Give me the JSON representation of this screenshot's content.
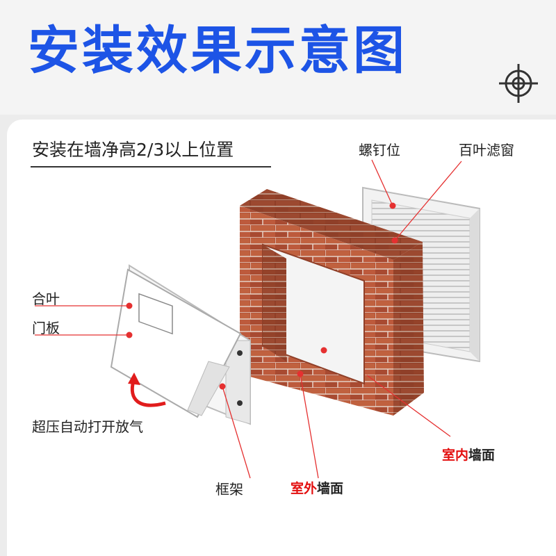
{
  "header": {
    "title": "安装效果示意图",
    "accent_color": "#1d54e6",
    "icon": "crosshair-target-icon"
  },
  "subtitle": "安装在墙净高2/3以上位置",
  "labels": {
    "screw_position": "螺钉位",
    "louver_filter": "百叶滤窗",
    "closing_leaf": "合叶",
    "door_panel": "门板",
    "auto_open": "超压自动打开放气",
    "frame": "框架",
    "outdoor_wall_red": "室外",
    "outdoor_wall_rest": "墙面",
    "indoor_wall_red": "室内",
    "indoor_wall_rest": "墙面"
  },
  "colors": {
    "leader_line": "#e53030",
    "marker_dot": "#e53030",
    "brick": "#b5553a",
    "emphasis": "#e30f0f"
  }
}
